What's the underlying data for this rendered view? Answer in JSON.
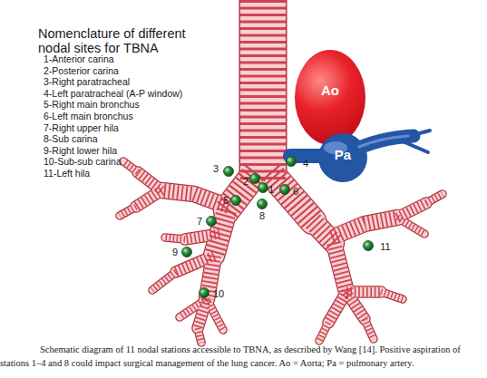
{
  "diagram": {
    "title": "Nomenclature of different nodal sites for TBNA",
    "caption": "Schematic diagram of 11 nodal stations accessible to TBNA, as described by Wang [14]. Positive aspiration of stations 1–4 and 8 could impact surgical management of the lung cancer. Ao = Aorta; Pa = pulmonary artery.",
    "nodes": [
      {
        "text": [
          "Ao"
        ]
      },
      {
        "text": [
          "Pa"
        ]
      }
    ],
    "labels": [
      "1-Anterior carina",
      "2-Posterior carina",
      "3-Right paratracheal",
      "4-Left paratracheal (A-P window)",
      "5-Right main bronchus",
      "6-Left main bronchus",
      "7-Right upper hila",
      "8-Sub carina",
      "9-Right lower hila",
      "10-Sub-sub carina",
      "11-Left hila",
      "1",
      "2",
      "3",
      "4",
      "5",
      "6",
      "7",
      "8",
      "9",
      "10",
      "11"
    ]
  }
}
